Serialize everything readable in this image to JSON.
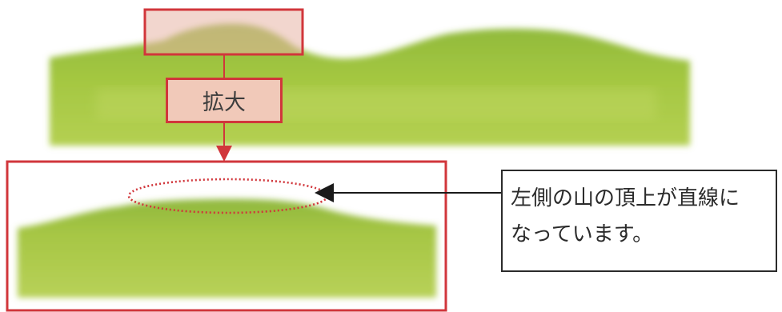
{
  "zoom_label": "拡大",
  "callout": {
    "line1": "左側の山の頂上が直線に",
    "line2": "なっています。"
  },
  "colors": {
    "accent_red": "#d1363b",
    "label_fill": "#f1c9b9",
    "terrain_green": "#a2c440",
    "callout_border": "#2b2b2b"
  }
}
